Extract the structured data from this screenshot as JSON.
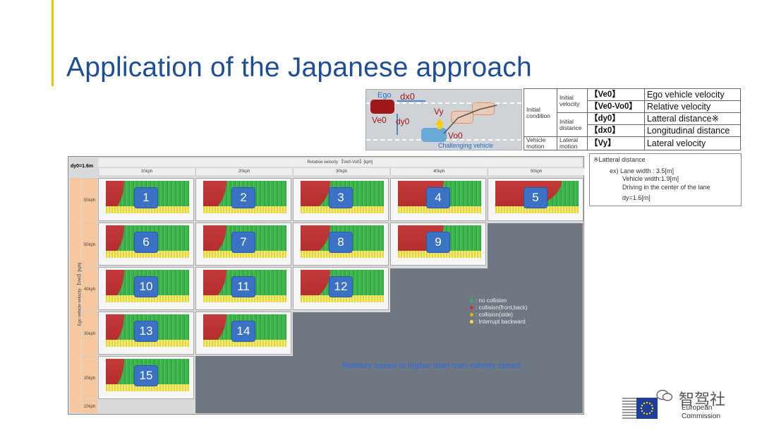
{
  "slide": {
    "title": "Application of the Japanese approach"
  },
  "scene": {
    "ego_label": "Ego",
    "dx0": "dx0",
    "ve0": "Ve0",
    "dy0": "dy0",
    "vy": "Vy",
    "vo0": "Vo0",
    "challenging": "Challenging vehicle"
  },
  "definitions": [
    {
      "group": "Initial condition",
      "sub": "Initial velocity",
      "symbol": "【Ve0】",
      "meaning": "Ego vehicle velocity"
    },
    {
      "group": "",
      "sub": "",
      "symbol": "【Ve0-Vo0】",
      "meaning": "Relative velocity"
    },
    {
      "group": "",
      "sub": "Initial distance",
      "symbol": "【dy0】",
      "meaning": "Latteral distance※"
    },
    {
      "group": "",
      "sub": "",
      "symbol": "【dx0】",
      "meaning": "Longitudinal distance"
    },
    {
      "group": "Vehicle motion",
      "sub": "Lateral motion",
      "symbol": "【Vy】",
      "meaning": "Lateral velocity"
    }
  ],
  "footnote": {
    "title": "※Latteral distance",
    "line1": "ex)  Lane width : 3.5[m]",
    "line2": "Vehicle width:1.9[m]",
    "line3": "Driving in the center of the lane",
    "line4": "dy=1.6[m]"
  },
  "figure": {
    "dy_label": "dy0=1.6m",
    "header": "Relative velocity 【Ve0-Vo0】[kph]",
    "columns": [
      "10kph",
      "20kph",
      "30kph",
      "40kph",
      "50kph"
    ],
    "row_axis": "Ego vehicle velocity 【Ve0】[kph]",
    "rows": [
      "50kph",
      "50kph",
      "40kph",
      "30kph",
      "20kph",
      "10kph"
    ],
    "cells": [
      "1",
      "2",
      "3",
      "4",
      "5",
      "6",
      "7",
      "8",
      "9",
      "10",
      "11",
      "12",
      "13",
      "14",
      "15"
    ],
    "legend": [
      {
        "label": ": no collision",
        "color": "#3bb34a"
      },
      {
        "label": ": collision(front,back)",
        "color": "#d03030"
      },
      {
        "label": ": collision(side)",
        "color": "#e8b000"
      },
      {
        "label": ": Interrupt backward",
        "color": "#f0e040"
      }
    ],
    "note": "Relative speed is higher than own vehicle speed"
  },
  "footer": {
    "org_line1": "European",
    "org_line2": "Commission",
    "watermark": "智驾社"
  }
}
